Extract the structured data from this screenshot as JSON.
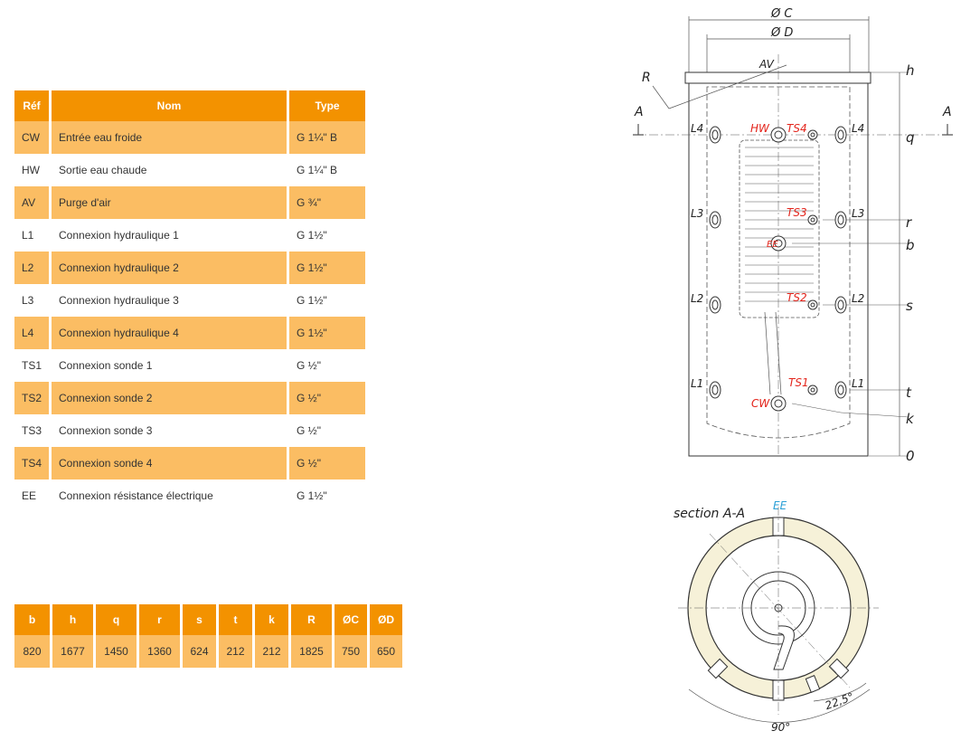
{
  "connections": {
    "headers": [
      "Réf",
      "Nom",
      "Type"
    ],
    "rows": [
      {
        "ref": "CW",
        "name": "Entrée eau froide",
        "type": "G 1¼\" B"
      },
      {
        "ref": "HW",
        "name": "Sortie eau chaude",
        "type": "G 1¼\" B"
      },
      {
        "ref": "AV",
        "name": "Purge d'air",
        "type": "G ¾\""
      },
      {
        "ref": "L1",
        "name": "Connexion hydraulique 1",
        "type": "G 1½\""
      },
      {
        "ref": "L2",
        "name": "Connexion hydraulique 2",
        "type": "G 1½\""
      },
      {
        "ref": "L3",
        "name": "Connexion hydraulique 3",
        "type": "G 1½\""
      },
      {
        "ref": "L4",
        "name": "Connexion hydraulique 4",
        "type": "G 1½\""
      },
      {
        "ref": "TS1",
        "name": "Connexion sonde 1",
        "type": "G ½\""
      },
      {
        "ref": "TS2",
        "name": "Connexion sonde 2",
        "type": "G ½\""
      },
      {
        "ref": "TS3",
        "name": "Connexion sonde 3",
        "type": "G ½\""
      },
      {
        "ref": "TS4",
        "name": "Connexion sonde 4",
        "type": "G ½\""
      },
      {
        "ref": "EE",
        "name": "Connexion résistance électrique",
        "type": "G 1½\""
      }
    ]
  },
  "dimensions": {
    "headers": [
      "b",
      "h",
      "q",
      "r",
      "s",
      "t",
      "k",
      "R",
      "ØC",
      "ØD"
    ],
    "values": [
      "820",
      "1677",
      "1450",
      "1360",
      "624",
      "212",
      "212",
      "1825",
      "750",
      "650"
    ]
  },
  "drawing": {
    "top_labels": {
      "oc": "Ø C",
      "od": "Ø D",
      "av": "AV",
      "r_label": "R",
      "a_left": "A",
      "a_right": "A"
    },
    "left_ports": [
      "L4",
      "L3",
      "L2",
      "L1"
    ],
    "right_ports": [
      "L4",
      "L3",
      "L2",
      "L1"
    ],
    "center_labels": {
      "hw": "HW",
      "ts4": "TS4",
      "ts3": "TS3",
      "ee": "EE",
      "ts2": "TS2",
      "ts1": "TS1",
      "cw": "CW"
    },
    "height_labels": [
      "h",
      "q",
      "r",
      "b",
      "s",
      "t",
      "k",
      "0"
    ],
    "section_title": "section A-A",
    "section_ee": "EE",
    "angle_small": "22,5°",
    "angle_large": "90°"
  },
  "colors": {
    "header": "#f39200",
    "row": "#fbbd63",
    "red_label": "#e3241b",
    "blue_label": "#2a9fd6",
    "insulation": "#f6f1d8"
  }
}
